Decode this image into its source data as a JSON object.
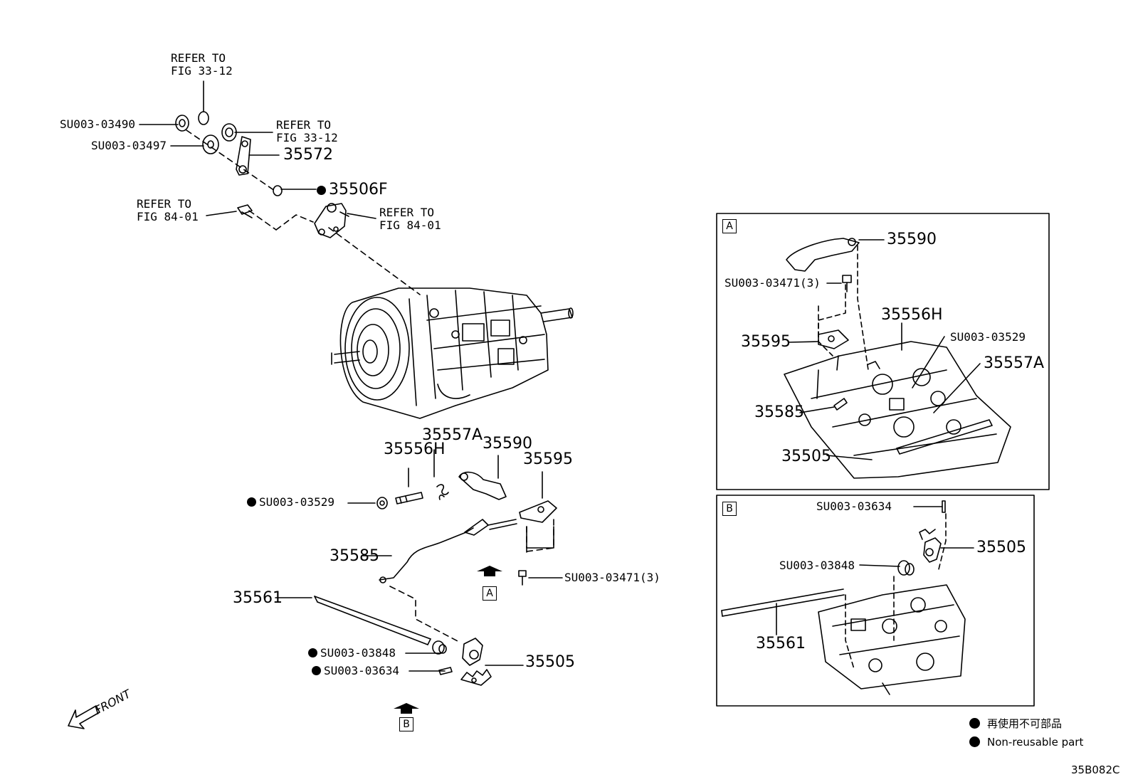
{
  "refers": {
    "fig33_top": [
      "REFER TO",
      "FIG 33-12"
    ],
    "fig33_mid": [
      "REFER TO",
      "FIG 33-12"
    ],
    "fig84_left": [
      "REFER TO",
      "FIG 84-01"
    ],
    "fig84_right": [
      "REFER TO",
      "FIG 84-01"
    ]
  },
  "parts": {
    "p03490": "SU003-03490",
    "p03497": "SU003-03497",
    "p35572": "35572",
    "p35506F": "35506F",
    "p35557A": "35557A",
    "p35556H": "35556H",
    "p35590": "35590",
    "p35595": "35595",
    "p03529": "SU003-03529",
    "p35585": "35585",
    "p03471": "SU003-03471(3)",
    "p35561": "35561",
    "p03848": "SU003-03848",
    "p03634": "SU003-03634",
    "p35505": "35505"
  },
  "view_tags": {
    "a": "A",
    "b": "B"
  },
  "inset_a": {
    "tag": "A",
    "labels": {
      "p35590": "35590",
      "p03471": "SU003-03471(3)",
      "p35556H": "35556H",
      "p03529": "SU003-03529",
      "p35595": "35595",
      "p35557A": "35557A",
      "p35585": "35585",
      "p35505": "35505"
    }
  },
  "inset_b": {
    "tag": "B",
    "labels": {
      "p03634": "SU003-03634",
      "p35505": "35505",
      "p03848": "SU003-03848",
      "p35561": "35561"
    }
  },
  "front_label": "FRONT",
  "legend": {
    "jp": "再使用不可部品",
    "en": "Non-reusable part"
  },
  "figure_code": "35B082C"
}
